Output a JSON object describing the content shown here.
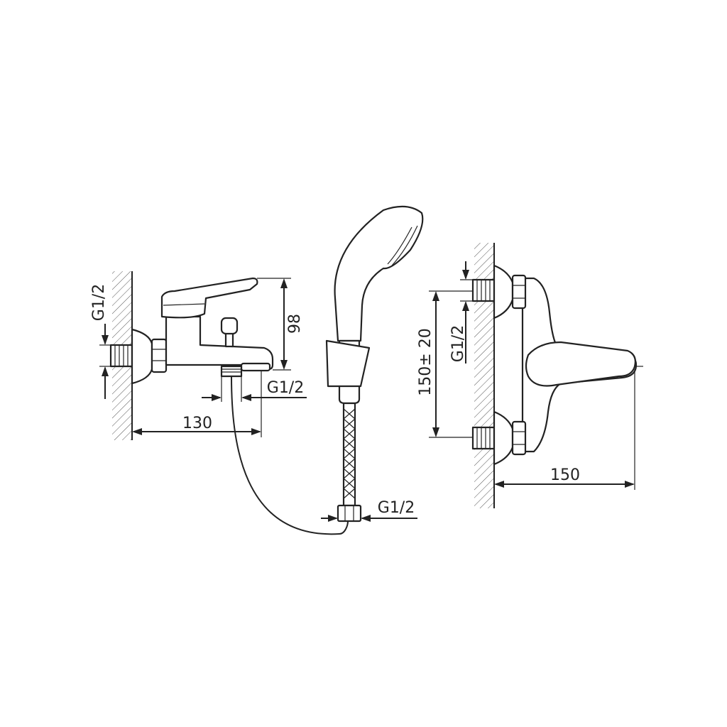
{
  "colors": {
    "line": "#222222",
    "background": "#ffffff"
  },
  "labels": {
    "inlet_thread_left": "G1/2",
    "height": "98",
    "spout_thread": "G1/2",
    "projection_left": "130",
    "hose_thread": "G1/2",
    "center_distance": "150± 20",
    "inlet_thread_right": "G1/2",
    "projection_right": "150"
  }
}
